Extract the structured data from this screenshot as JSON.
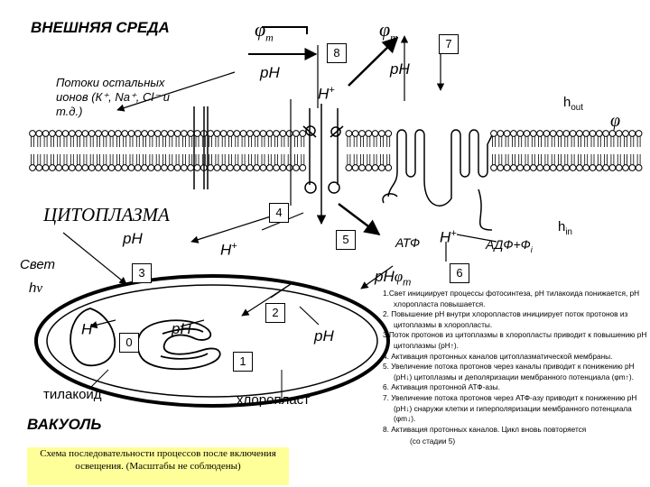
{
  "labels": {
    "external_env": "ВНЕШНЯЯ СРЕДА",
    "ion_flows": [
      "Потоки остальных",
      "ионов (К⁺, Na⁺, Cl⁻ и",
      "т.д.)"
    ],
    "cytoplasm": "ЦИТОПЛАЗМА",
    "light": "Свет",
    "h": "h",
    "nu": "ν",
    "vacuole": "ВАКУОЛЬ",
    "thylakoid": "тилакоид",
    "chloroplast": "хлоропласт",
    "phi": "φ",
    "phi_m": "m",
    "pH": "pH",
    "H": "H",
    "plus": "+",
    "h_out": "h",
    "h_out_sub": "out",
    "h_in": "h",
    "h_in_sub": "in",
    "atp": "АТФ",
    "adp": "АДФ+Ф",
    "adp_sub": "i",
    "phi_right": "φ"
  },
  "step_numbers": [
    "8",
    "7",
    "4",
    "5",
    "3",
    "6",
    "2",
    "0",
    "1"
  ],
  "steps": [
    "1.Свет инициирует процессы фотосинтеза, рН тилакоида понижается, рН хлоропласта повышается.",
    "2. Повышение рН внутри хлоропластов инициирует поток протонов из цитоплазмы в хлоропласты.",
    "3.Поток протонов из цитоплазмы в хлоропласты приводит к повышению рН цитоплазмы (рН↑).",
    "4. Активация протонных каналов цитоплазматической мембраны.",
    "5. Увеличение потока протонов через каналы приводит к понижению рН (рН↓) цитоплазмы и деполяризации мембранного потенциала (φm↑).",
    "6. Активация протонной АТФ-азы.",
    "7. Увеличение потока протонов через АТФ-азу приводит к понижению рН (рН↓) снаружи клетки и гиперполяризации мембранного потенциала (φm↓).",
    "8. Активация протонных каналов. Цикл вновь повторяется"
  ],
  "steps_note": "(со стадии 5)",
  "caption": "Схема последовательности процессов после включения освещения. (Масштабы не соблюдены)",
  "colors": {
    "caption_bg": "#ffff99",
    "line": "#000000",
    "background": "#ffffff"
  }
}
